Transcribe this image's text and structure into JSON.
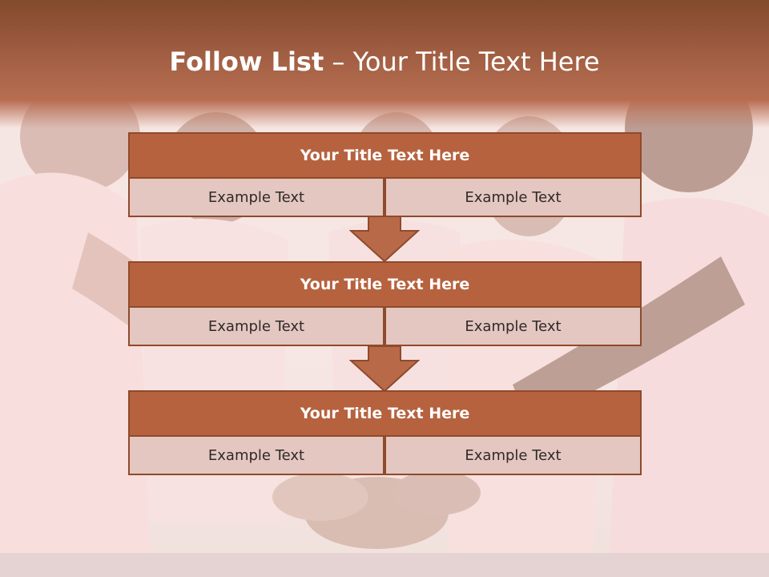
{
  "title": {
    "bold": "Follow List",
    "rest": " – Your Title Text Here"
  },
  "steps": [
    {
      "heading": "Your Title Text Here",
      "left": "Example Text",
      "right": "Example Text"
    },
    {
      "heading": "Your Title Text Here",
      "left": "Example Text",
      "right": "Example Text"
    },
    {
      "heading": "Your Title Text Here",
      "left": "Example Text",
      "right": "Example Text"
    }
  ],
  "colors": {
    "header": "#a8634a",
    "box_heading": "#b6623f",
    "box_border": "#8f4a2c",
    "box_cell": "#e4c7c0",
    "arrow_fill": "#b86a48"
  }
}
